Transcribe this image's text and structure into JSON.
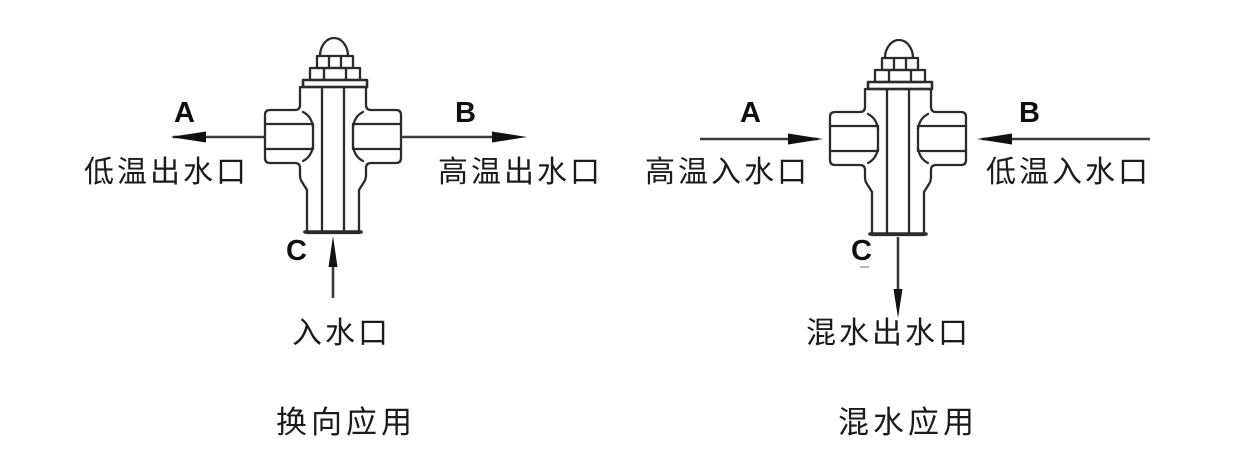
{
  "figure": {
    "description_not_invented": "",
    "colors": {
      "background": "#ffffff",
      "line": "#2b2b2b",
      "text": "#1b1b1b"
    },
    "icons": {
      "valve": "three-way-valve-cross-section-icon",
      "arrow": "flow-direction-arrow-icon"
    }
  },
  "diagrams": [
    {
      "caption": "换向应用",
      "port_a": {
        "letter": "A",
        "label": "低温出水口"
      },
      "port_b": {
        "letter": "B",
        "label": "高温出水口"
      },
      "port_c": {
        "letter": "C",
        "label": "入水口"
      }
    },
    {
      "caption": "混水应用",
      "port_a": {
        "letter": "A",
        "label": "高温入水口"
      },
      "port_b": {
        "letter": "B",
        "label": "低温入水口"
      },
      "port_c": {
        "letter": "C",
        "label": "混水出水口"
      }
    }
  ]
}
